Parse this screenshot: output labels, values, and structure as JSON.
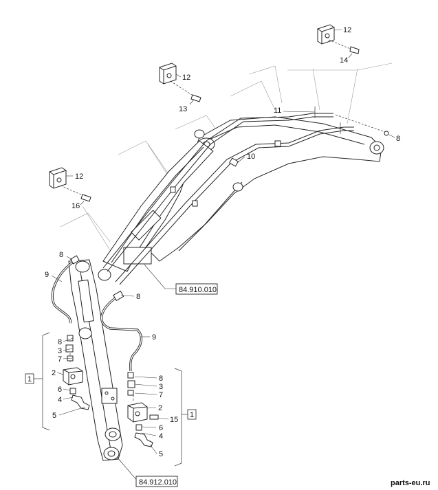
{
  "callouts": {
    "c12a": "12",
    "c14": "14",
    "c12b": "12",
    "c13": "13",
    "c11": "11",
    "c8a": "8",
    "c10": "10",
    "c12c": "12",
    "c16": "16",
    "c8b": "8",
    "c9a": "9",
    "c8c": "8",
    "c9b": "9",
    "c8d": "8",
    "c3a": "3",
    "c7a": "7",
    "c2a": "2",
    "c6a": "6",
    "c4a": "4",
    "c5a": "5",
    "c8e": "8",
    "c3b": "3",
    "c7b": "7",
    "c2b": "2",
    "c15": "15",
    "c6b": "6",
    "c4b": "4",
    "c5b": "5"
  },
  "group_labels": {
    "left": "1",
    "right": "1"
  },
  "references": {
    "ref_arm": "84.910.010",
    "ref_boom": "84.912.010"
  },
  "watermark": "parts-eu.ru"
}
